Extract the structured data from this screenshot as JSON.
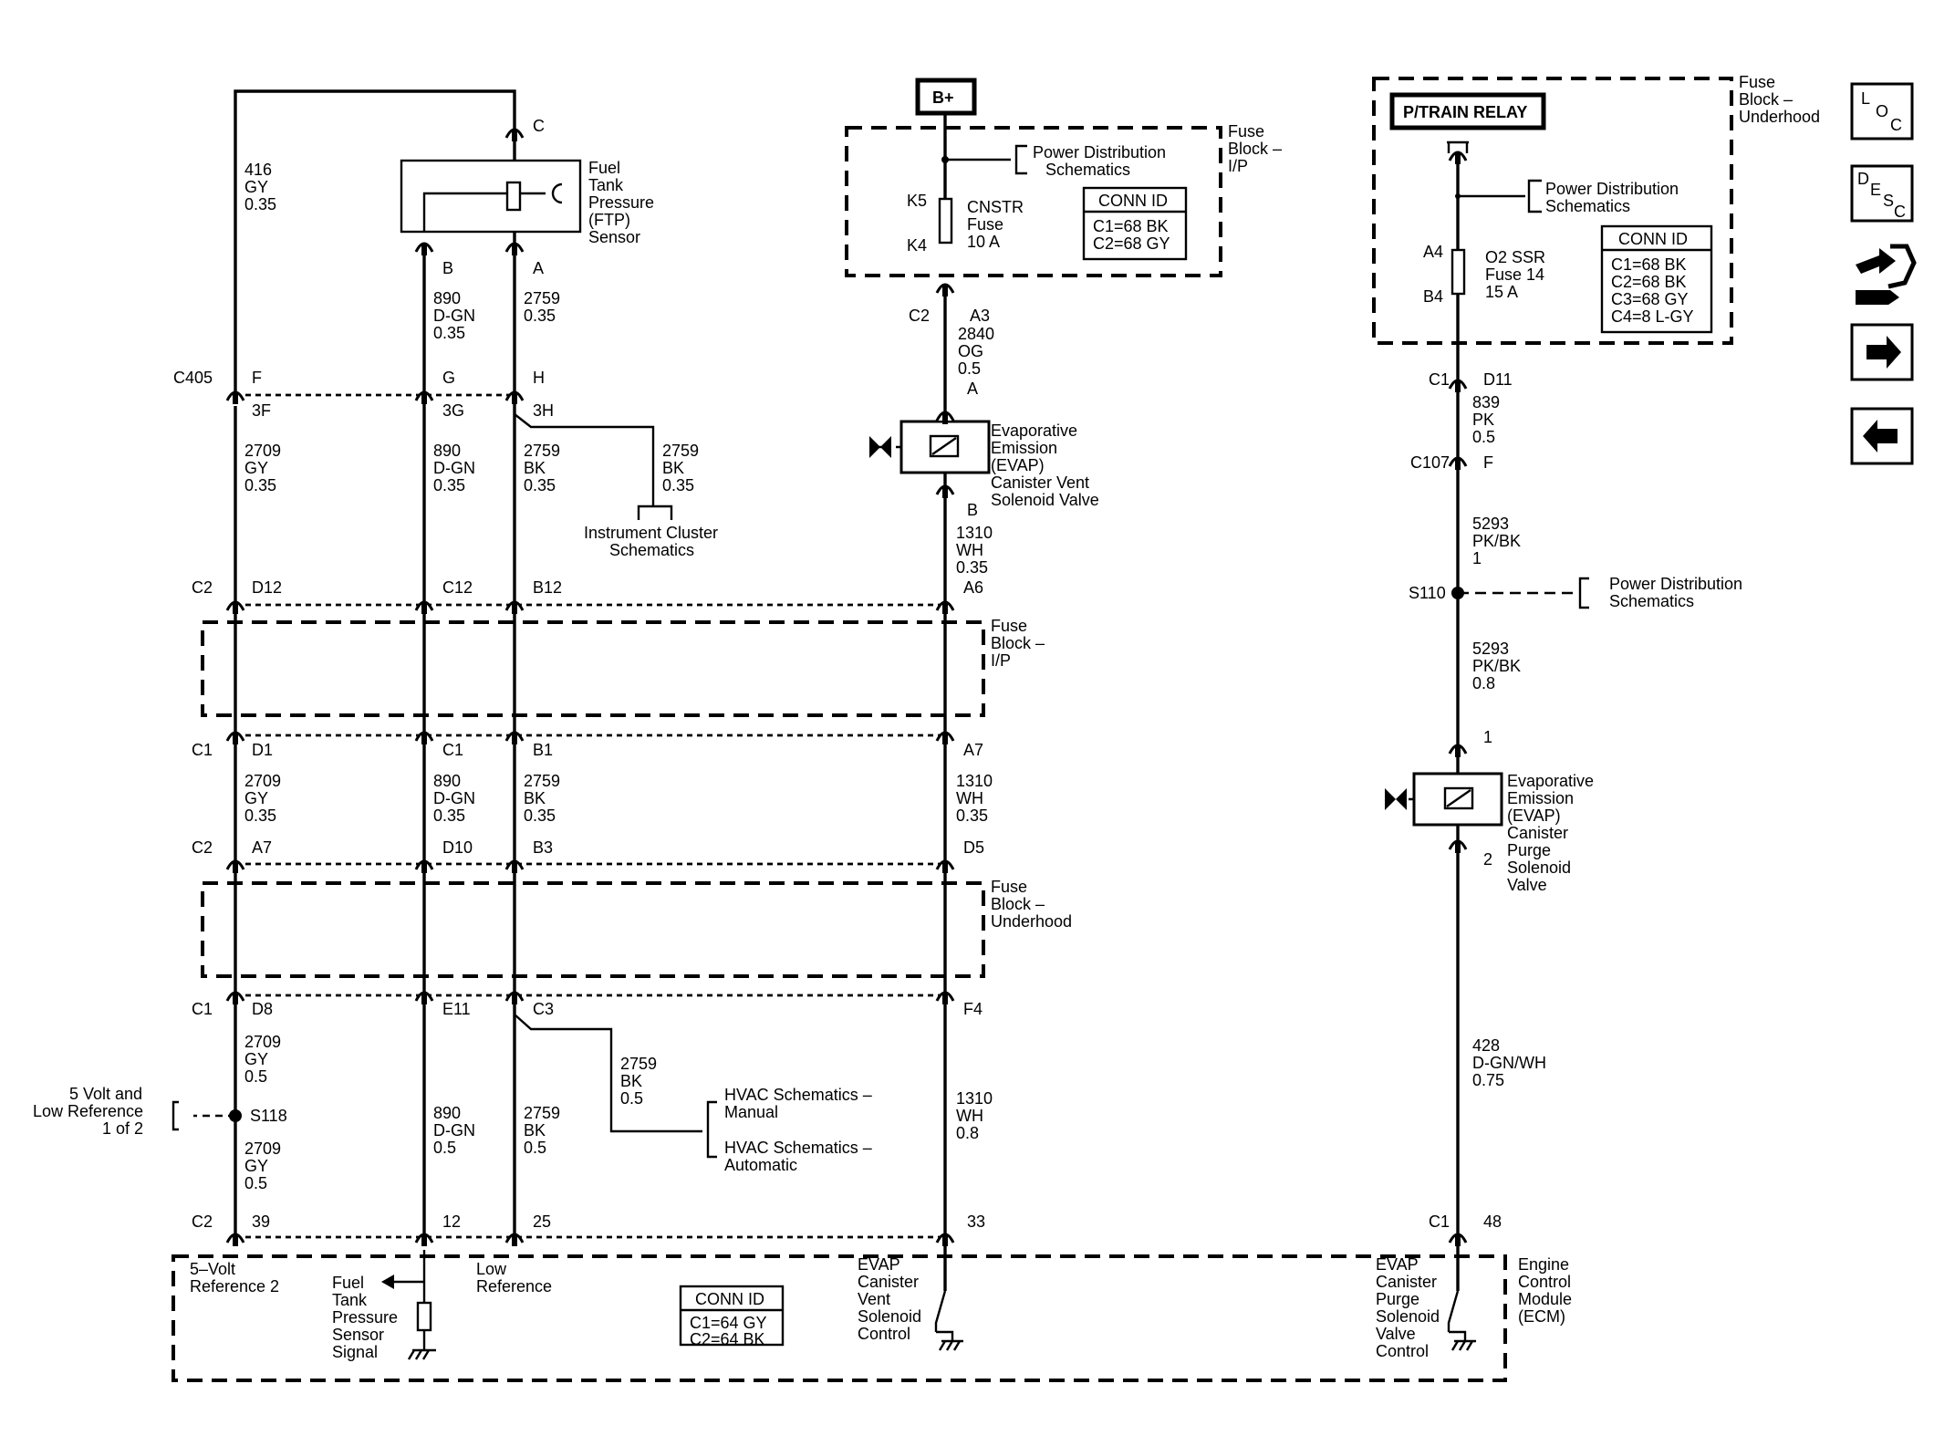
{
  "ftp_sensor": {
    "name": [
      "Fuel",
      "Tank",
      "Pressure",
      "(FTP)",
      "Sensor"
    ],
    "pin_top": "C",
    "pin_b": "B",
    "pin_a": "A"
  },
  "wire_416": [
    "416",
    "GY",
    "0.35"
  ],
  "wire_890a": [
    "890",
    "D-GN",
    "0.35"
  ],
  "wire_2759a": [
    "2759",
    "0.35"
  ],
  "c405": {
    "label": "C405",
    "pins": [
      "F",
      "G",
      "H"
    ],
    "sub": [
      "3F",
      "3G",
      "3H"
    ]
  },
  "wire_2709a": [
    "2709",
    "GY",
    "0.35"
  ],
  "wire_890b": [
    "890",
    "D-GN",
    "0.35"
  ],
  "wire_2759b": [
    "2759",
    "BK",
    "0.35"
  ],
  "wire_2759c": [
    "2759",
    "BK",
    "0.35"
  ],
  "instrument_cluster": [
    "Instrument Cluster",
    "Schematics"
  ],
  "bplus": "B+",
  "fuse_ip_top": {
    "label": [
      "Fuse",
      "Block –",
      "I/P"
    ],
    "power": [
      "Power Distribution",
      "Schematics"
    ],
    "k5": "K5",
    "k4": "K4",
    "fuse": [
      "CNSTR",
      "Fuse",
      "10 A"
    ],
    "conn_title": "CONN ID",
    "conn": [
      "C1=68 BK",
      "C2=68 GY"
    ]
  },
  "fuse_ip_c2": {
    "c": "C2",
    "a": "A3"
  },
  "wire_2840": [
    "2840",
    "OG",
    "0.5"
  ],
  "evap_vent": {
    "pin_top": "A",
    "pin_bot": "B",
    "name": [
      "Evaporative",
      "Emission",
      "(EVAP)",
      "Canister Vent",
      "Solenoid Valve"
    ]
  },
  "wire_1310a": [
    "1310",
    "WH",
    "0.35"
  ],
  "row_c2_top": {
    "c": "C2",
    "pins": [
      "D12",
      "C12",
      "B12",
      "A6"
    ]
  },
  "fuse_ip_mid": [
    "Fuse",
    "Block –",
    "I/P"
  ],
  "row_c1_mid": {
    "c": "C1",
    "pins": [
      "D1",
      "C1",
      "B1",
      "A7"
    ]
  },
  "wire_2709b": [
    "2709",
    "GY",
    "0.35"
  ],
  "wire_890c": [
    "890",
    "D-GN",
    "0.35"
  ],
  "wire_2759d": [
    "2759",
    "BK",
    "0.35"
  ],
  "wire_1310b": [
    "1310",
    "WH",
    "0.35"
  ],
  "row_c2_mid": {
    "c": "C2",
    "pins": [
      "A7",
      "D10",
      "B3",
      "D5"
    ]
  },
  "fuse_uh_mid": [
    "Fuse",
    "Block –",
    "Underhood"
  ],
  "row_c1_low": {
    "c": "C1",
    "pins": [
      "D8",
      "E11",
      "C3",
      "F4"
    ]
  },
  "wire_2709c": [
    "2709",
    "GY",
    "0.5"
  ],
  "s118": "S118",
  "ref5v": [
    "5 Volt and",
    "Low Reference",
    "1 of 2"
  ],
  "wire_2709d": [
    "2709",
    "GY",
    "0.5"
  ],
  "wire_890d": [
    "890",
    "D-GN",
    "0.5"
  ],
  "wire_2759e": [
    "2759",
    "BK",
    "0.5"
  ],
  "wire_2759f": [
    "2759",
    "BK",
    "0.5"
  ],
  "hvac": [
    [
      "HVAC Schematics –",
      "Manual"
    ],
    [
      "HVAC Schematics –",
      "Automatic"
    ]
  ],
  "wire_1310c": [
    "1310",
    "WH",
    "0.8"
  ],
  "row_c2_ecm": {
    "c": "C2",
    "pins": [
      "39",
      "12",
      "25",
      "33"
    ]
  },
  "ecm": {
    "ref2": [
      "5–Volt",
      "Reference 2"
    ],
    "ftp_signal": [
      "Fuel",
      "Tank",
      "Pressure",
      "Sensor",
      "Signal"
    ],
    "low_ref": [
      "Low",
      "Reference"
    ],
    "conn_title": "CONN ID",
    "conn": [
      "C1=64 GY",
      "C2=64 BK"
    ],
    "vent": [
      "EVAP",
      "Canister",
      "Vent",
      "Solenoid",
      "Control"
    ],
    "purge": [
      "EVAP",
      "Canister",
      "Purge",
      "Solenoid",
      "Valve",
      "Control"
    ],
    "name": [
      "Engine",
      "Control",
      "Module",
      "(ECM)"
    ],
    "c1": "C1",
    "pin48": "48"
  },
  "fuse_uh_top": {
    "label": [
      "Fuse",
      "Block –",
      "Underhood"
    ],
    "relay": "P/TRAIN RELAY",
    "power": [
      "Power Distribution",
      "Schematics"
    ],
    "a4": "A4",
    "b4": "B4",
    "fuse": [
      "O2 SSR",
      "Fuse 14",
      "15 A"
    ],
    "conn_title": "CONN ID",
    "conn": [
      "C1=68 BK",
      "C2=68 BK",
      "C3=68 GY",
      "C4=8 L-GY"
    ]
  },
  "c1_d11": {
    "c": "C1",
    "pin": "D11"
  },
  "wire_839": [
    "839",
    "PK",
    "0.5"
  ],
  "c107": {
    "c": "C107",
    "pin": "F"
  },
  "wire_5293a": [
    "5293",
    "PK/BK",
    "1"
  ],
  "s110": "S110",
  "power_dist_s110": [
    "Power Distribution",
    "Schematics"
  ],
  "wire_5293b": [
    "5293",
    "PK/BK",
    "0.8"
  ],
  "evap_purge": {
    "pin_top": "1",
    "pin_bot": "2",
    "name": [
      "Evaporative",
      "Emission",
      "(EVAP)",
      "Canister",
      "Purge",
      "Solenoid",
      "Valve"
    ]
  },
  "wire_428": [
    "428",
    "D-GN/WH",
    "0.75"
  ],
  "nav": {
    "loc": [
      "L",
      "O",
      "C"
    ],
    "desc": [
      "D",
      "E",
      "S",
      "C"
    ]
  }
}
